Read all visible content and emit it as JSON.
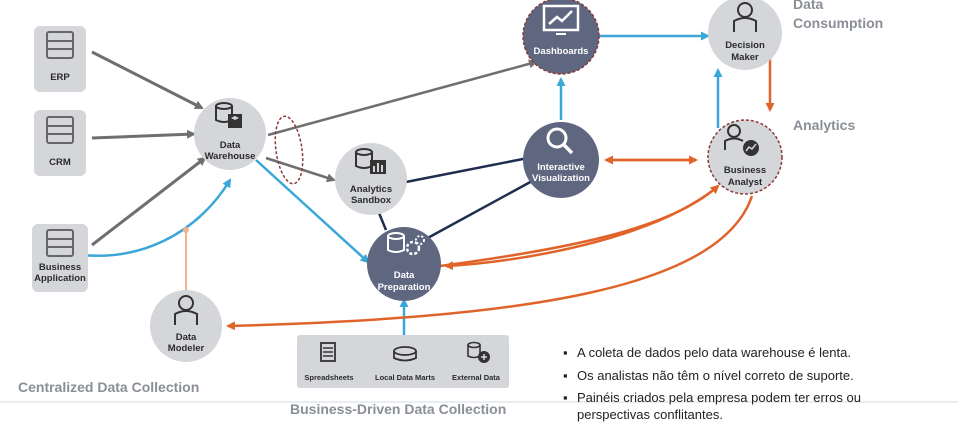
{
  "nodes": {
    "erp": "ERP",
    "crm": "CRM",
    "business_application": [
      "Business",
      "Application"
    ],
    "data_warehouse": [
      "Data",
      "Warehouse"
    ],
    "data_modeler": [
      "Data",
      "Modeler"
    ],
    "analytics_sandbox": [
      "Analytics",
      "Sandbox"
    ],
    "data_preparation": [
      "Data",
      "Preparation"
    ],
    "dashboards": "Dashboards",
    "interactive_visualization": [
      "Interactive",
      "Visualization"
    ],
    "decision_maker": [
      "Decision",
      "Maker"
    ],
    "business_analyst": [
      "Business",
      "Analyst"
    ]
  },
  "sources_panel": {
    "spreadsheets": "Spreadsheets",
    "local_data_marts": "Local Data Marts",
    "external_data": "External Data"
  },
  "sections": {
    "centralized": "Centralized Data Collection",
    "business_driven": "Business-Driven Data Collection",
    "data_consumption": [
      "Data",
      "Consumption"
    ],
    "analytics": "Analytics"
  },
  "bullets": [
    "A coleta de dados pelo data warehouse é lenta.",
    "Os analistas não têm o nível correto de suporte.",
    "Painéis criados pela empresa podem ter erros ou perspectivas conflitantes."
  ],
  "colors": {
    "gray_arrow": "#6f6f6f",
    "blue_arrow": "#3aa7d8",
    "orange_arrow": "#e0642a",
    "navy_line": "#1f2d4e",
    "dark_node": "#5e6680",
    "light_node": "#d4d6da"
  }
}
